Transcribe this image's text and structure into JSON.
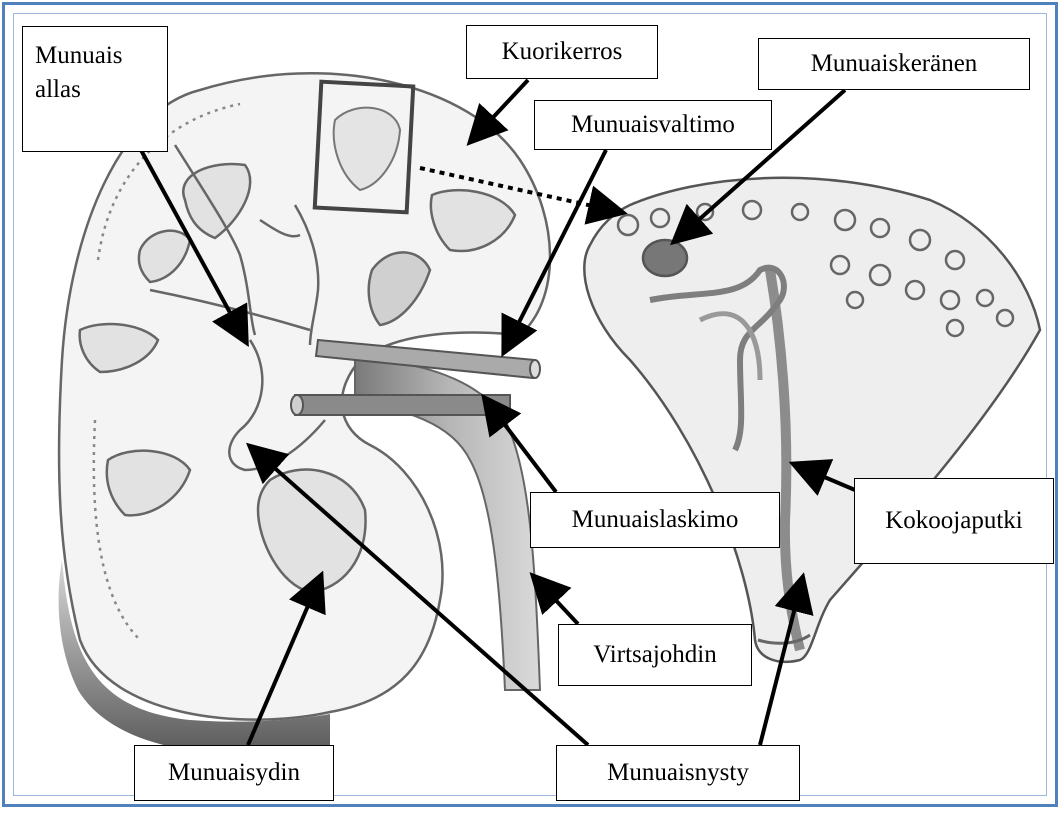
{
  "diagram": {
    "labels": {
      "munuaisallas_line1": "Munuais",
      "munuaisallas_line2": "allas",
      "kuorikerros": "Kuorikerros",
      "munuaiskeranen": "Munuaiskeränen",
      "munuaisvaltimo": "Munuaisvaltimo",
      "munuaislaskimo": "Munuaislaskimo",
      "kokoojaputki": "Kokoojaputki",
      "virtsajohdin": "Virtsajohdin",
      "munuaisydin": "Munuaisydin",
      "munuaisnysty": "Munuaisnysty"
    },
    "colors": {
      "frame": "#4f81bd",
      "pencil": "#555555",
      "shade": "#9a9a9a",
      "arrow": "#000000"
    }
  }
}
